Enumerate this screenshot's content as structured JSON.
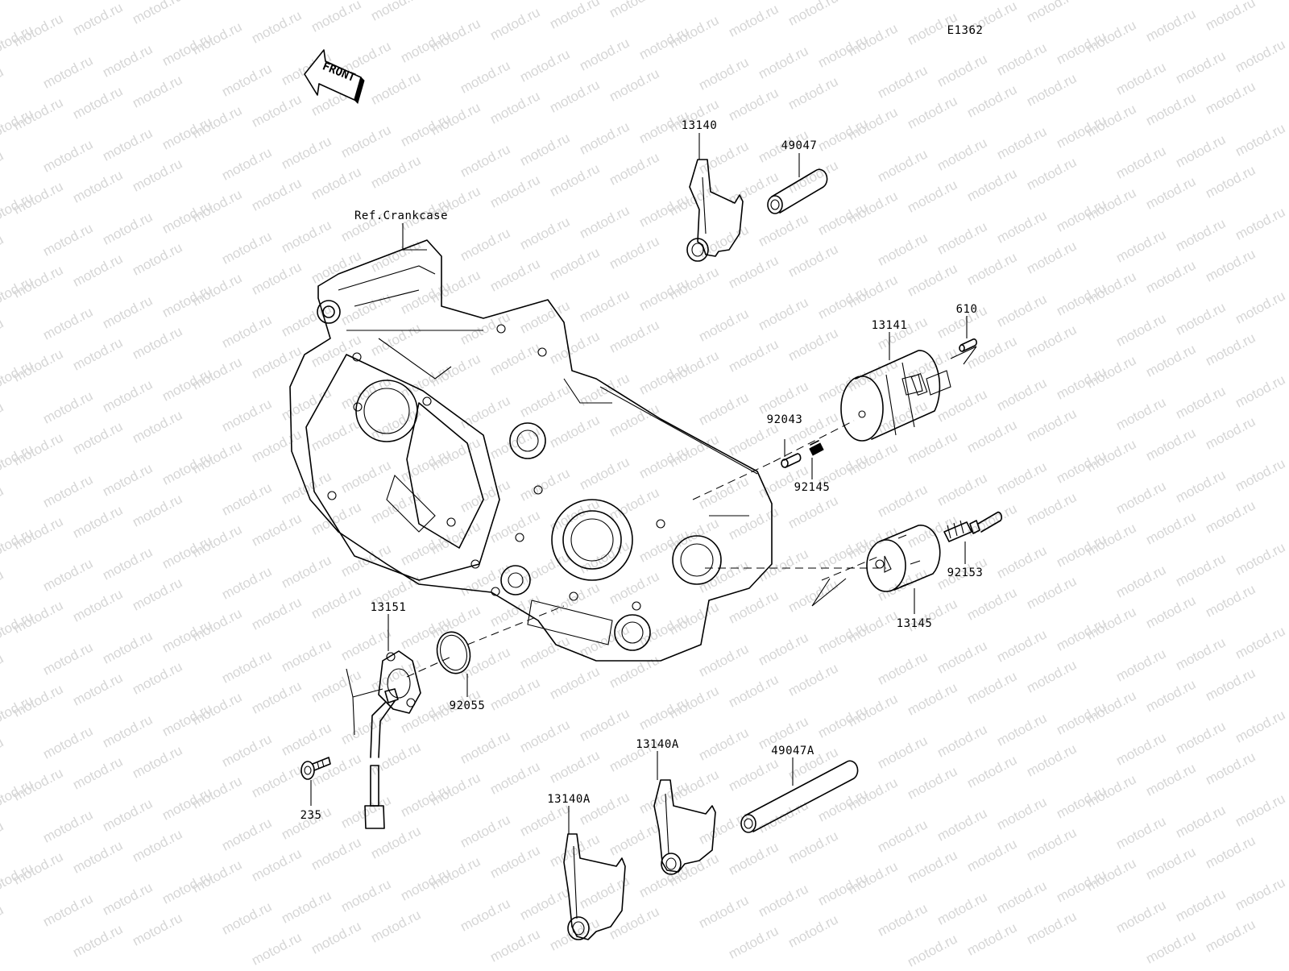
{
  "diagram_code": "E1362",
  "watermark_text": "motod.ru",
  "front_indicator": "FRONT",
  "reference_label": "Ref.Crankcase",
  "parts": [
    {
      "number": "13140"
    },
    {
      "number": "49047"
    },
    {
      "number": "610"
    },
    {
      "number": "13141"
    },
    {
      "number": "92043"
    },
    {
      "number": "92145"
    },
    {
      "number": "92153"
    },
    {
      "number": "13145"
    },
    {
      "number": "13151"
    },
    {
      "number": "92055"
    },
    {
      "number": "235"
    },
    {
      "number": "13140A"
    },
    {
      "number": "49047A"
    },
    {
      "number": "13140A"
    }
  ],
  "colors": {
    "line": "#000000",
    "watermark": "#d6d6d6",
    "background": "#ffffff"
  }
}
